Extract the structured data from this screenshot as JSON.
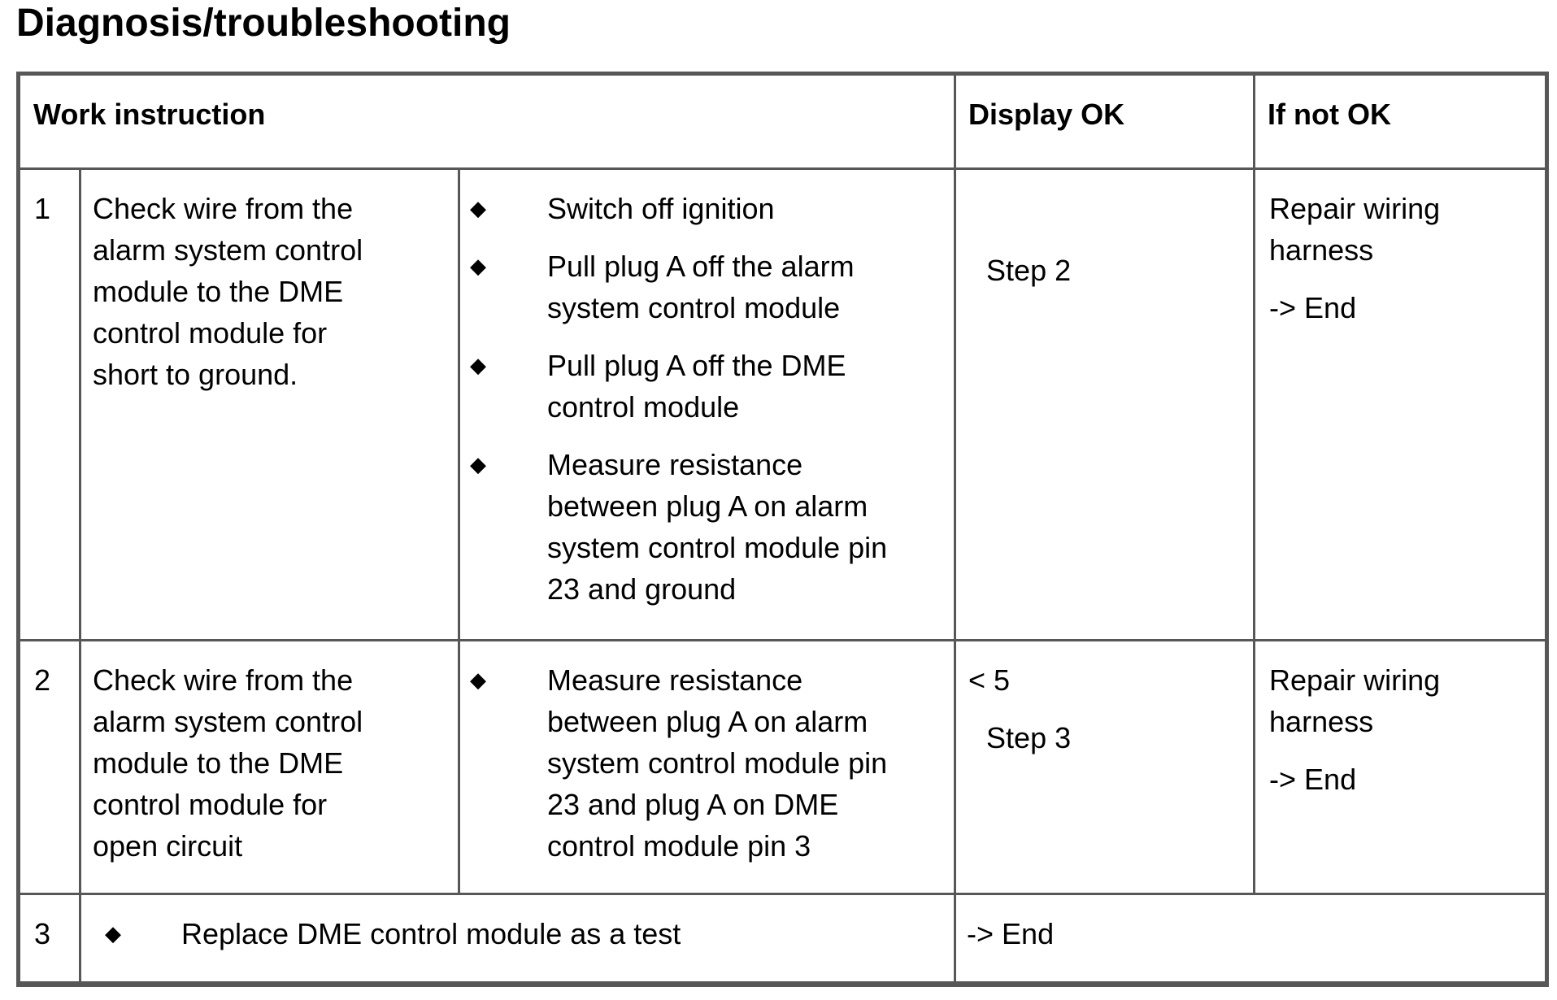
{
  "title": "Diagnosis/troubleshooting",
  "bullet_glyph": "◆",
  "table": {
    "header": {
      "work_instruction": "Work instruction",
      "display_ok": "Display OK",
      "if_not_ok": "If not OK"
    },
    "rows": [
      {
        "step": "1",
        "instruction": "Check wire from the\nalarm system control\nmodule to the DME\ncontrol module for\nshort to ground.",
        "actions": [
          "Switch off ignition",
          "Pull plug A off the alarm\nsystem control module",
          "Pull plug A off the DME\ncontrol module",
          "Measure resistance\nbetween plug A on alarm\nsystem control module pin\n23 and ground"
        ],
        "display_ok_step": "Step 2",
        "if_not_ok_repair": "Repair wiring\nharness",
        "if_not_ok_end": "-> End"
      },
      {
        "step": "2",
        "instruction": "Check wire from the\nalarm system control\nmodule to the DME\ncontrol module for\nopen circuit",
        "actions": [
          "Measure resistance\nbetween plug A on alarm\nsystem control module pin\n23 and plug A on DME\ncontrol module pin 3"
        ],
        "display_ok_value": "< 5",
        "display_ok_step": "Step 3",
        "if_not_ok_repair": "Repair wiring\nharness",
        "if_not_ok_end": "-> End"
      },
      {
        "step": "3",
        "action": "Replace DME control module as a test",
        "result": "-> End"
      }
    ]
  }
}
